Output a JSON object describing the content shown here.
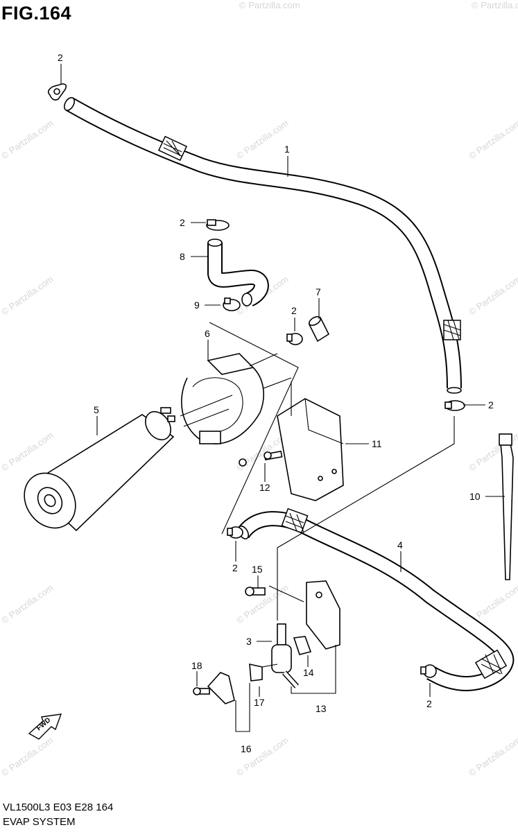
{
  "figure": {
    "title": "FIG.164",
    "footer_code": "VL1500L3  E03  E28  164",
    "footer_name": "EVAP SYSTEM"
  },
  "watermark": "© Partzilla.com",
  "direction_marker": "FWD",
  "callouts": [
    "1",
    "2",
    "2",
    "2",
    "2",
    "2",
    "3",
    "4",
    "5",
    "6",
    "7",
    "8",
    "9",
    "10",
    "11",
    "12",
    "13",
    "14",
    "15",
    "16",
    "17",
    "18"
  ]
}
